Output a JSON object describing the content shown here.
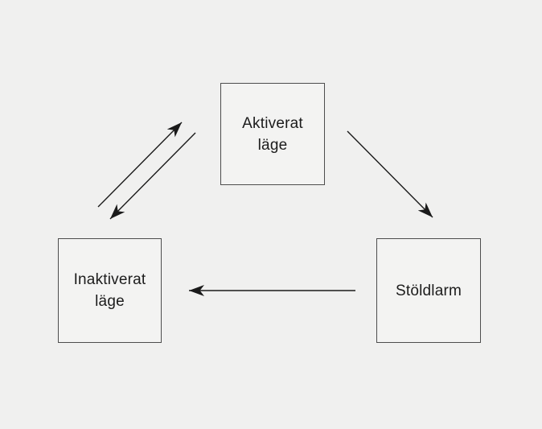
{
  "diagram": {
    "title": "alarm-state-diagram",
    "colors": {
      "background": "#f0f0ef",
      "box_fill": "#f3f3f2",
      "box_border": "#4d4d4d",
      "arrow": "#1a1a1a",
      "text": "#1c1c1c"
    },
    "nodes": [
      {
        "id": "aktiverat-lage",
        "lines": [
          "Aktiverat",
          "läge"
        ]
      },
      {
        "id": "inaktiverat-lage",
        "lines": [
          "Inaktiverat",
          "läge"
        ]
      },
      {
        "id": "stoldlarm",
        "lines": [
          "Stöldlarm"
        ]
      }
    ],
    "edges": [
      {
        "from": "inaktiverat-lage",
        "to": "aktiverat-lage"
      },
      {
        "from": "aktiverat-lage",
        "to": "inaktiverat-lage"
      },
      {
        "from": "aktiverat-lage",
        "to": "stoldlarm"
      },
      {
        "from": "stoldlarm",
        "to": "inaktiverat-lage"
      }
    ]
  }
}
